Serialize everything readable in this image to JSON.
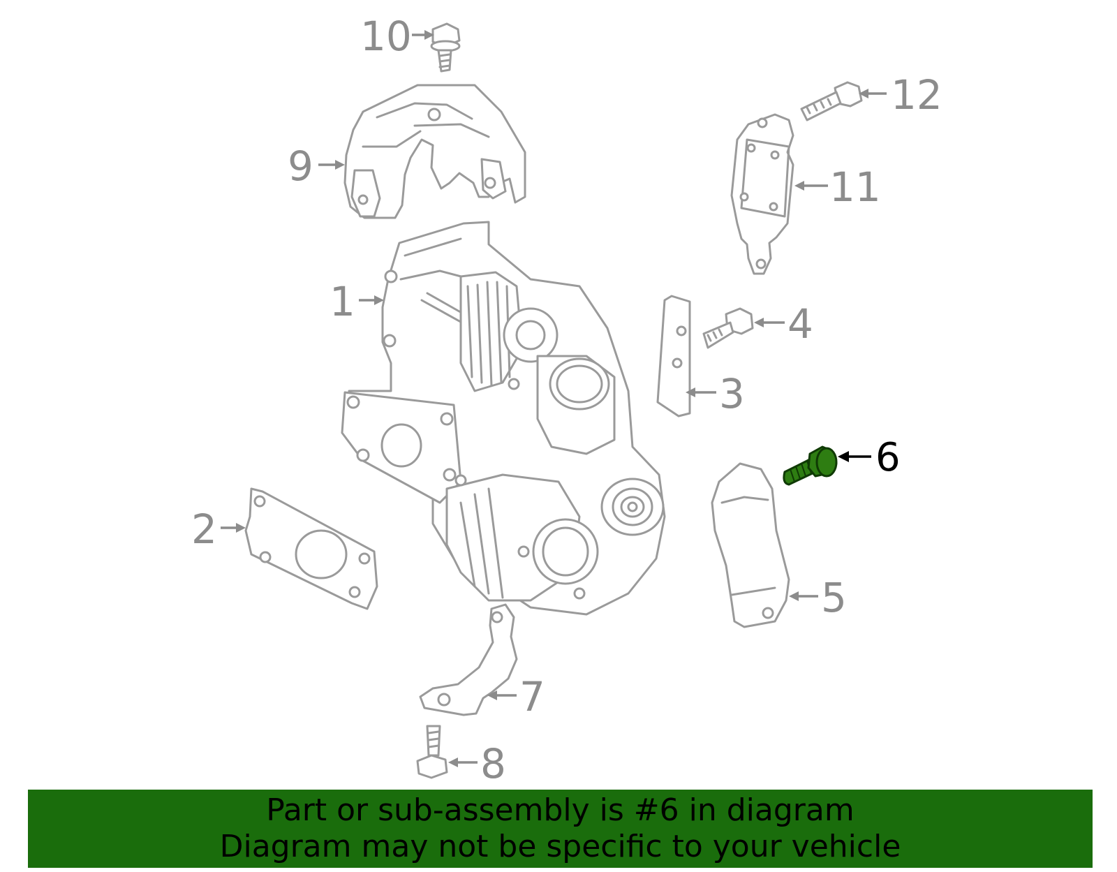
{
  "callouts": [
    {
      "id": "1",
      "label": "1"
    },
    {
      "id": "2",
      "label": "2"
    },
    {
      "id": "3",
      "label": "3"
    },
    {
      "id": "4",
      "label": "4"
    },
    {
      "id": "5",
      "label": "5"
    },
    {
      "id": "6",
      "label": "6"
    },
    {
      "id": "7",
      "label": "7"
    },
    {
      "id": "8",
      "label": "8"
    },
    {
      "id": "9",
      "label": "9"
    },
    {
      "id": "10",
      "label": "10"
    },
    {
      "id": "11",
      "label": "11"
    },
    {
      "id": "12",
      "label": "12"
    }
  ],
  "highlighted_part": "6",
  "colors": {
    "line_art": "#9a9a9a",
    "highlight_part": "#2e7d12",
    "banner_background": "#1a6d0c",
    "banner_text": "#000000"
  },
  "banner": {
    "line1": "Part or sub-assembly is #6 in diagram",
    "line2": "Diagram may not be specific to your vehicle"
  }
}
